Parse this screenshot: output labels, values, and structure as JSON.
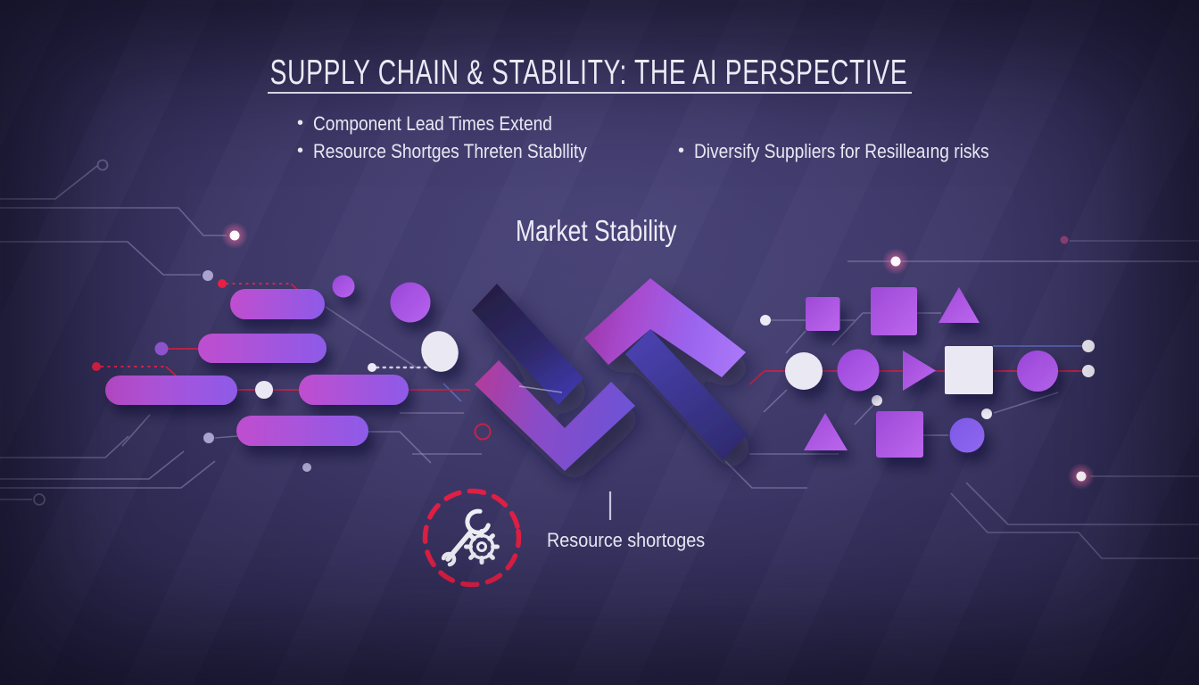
{
  "slide": {
    "title": "SUPPLY CHAIN & STABILITY: THE AI PERSPECTIVE",
    "bullet_glyph": "•",
    "bullets_left": [
      "Component Lead Times Extend",
      "Resource Shortges Threten Stabllity"
    ],
    "bullets_right": [
      "Diversify Suppliers for Resilleaıng risks"
    ],
    "center_label": "Market Stability",
    "icon_label": "Resource shortoges"
  },
  "icons": {
    "badge": "wrench-gear-icon"
  },
  "colors": {
    "background": "#3a3564",
    "magenta": "#c04ecf",
    "violet": "#8d5be8",
    "navy_bar": "#2e2968",
    "bright_chevron": "#ab78f8",
    "white_shape": "#eae8f2",
    "line_gray": "#9b95c2",
    "line_red": "#cf2145",
    "dashed_circle_red": "#e01f45",
    "text": "#eceaf5"
  }
}
